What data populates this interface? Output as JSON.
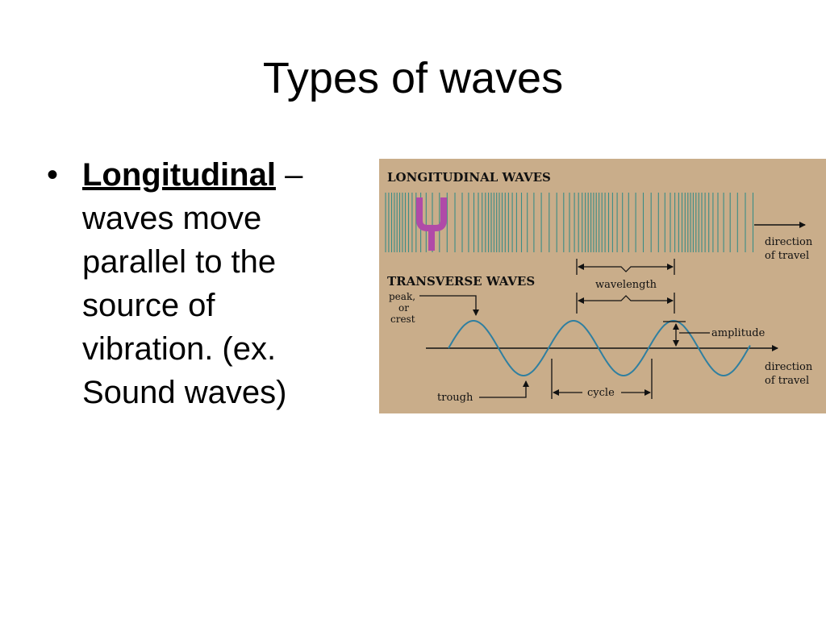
{
  "slide": {
    "title": "Types of waves"
  },
  "bullet": {
    "symbol": "•",
    "term": "Longitudinal",
    "dash": " –",
    "lines": [
      "waves move",
      "parallel to the",
      "source of",
      "vibration. (ex.",
      "Sound waves)"
    ]
  },
  "figure": {
    "background_color": "#c9ad8a",
    "longitudinal_header": "LONGITUDINAL WAVES",
    "transverse_header": "TRANSVERSE WAVES",
    "labels": {
      "direction_of_travel_top": [
        "direction",
        "of travel"
      ],
      "direction_of_travel_bottom": [
        "direction",
        "of travel"
      ],
      "wavelength_top": "wavelength",
      "peak_or_crest": [
        "peak,",
        "or",
        "crest"
      ],
      "amplitude": "amplitude",
      "trough": "trough",
      "cycle": "cycle"
    },
    "colors": {
      "compression_lines": "#3a8c86",
      "tuning_fork": "#b04aa8",
      "wave": "#2f7fa0",
      "text": "#111111"
    },
    "icons": [
      "tuning-fork-icon",
      "arrow-right-icon"
    ]
  }
}
